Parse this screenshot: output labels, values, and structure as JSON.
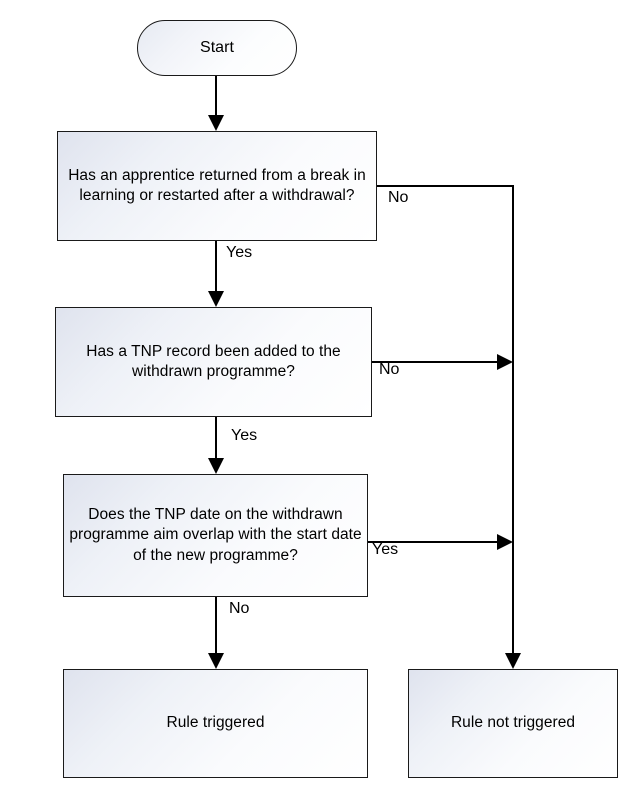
{
  "diagram": {
    "title": "Break in learning / restart TNP overlap rule flowchart",
    "background_color": "#ffffff",
    "stroke_color": "#000000",
    "node_fill_gradient_from": "#dfe3ee",
    "node_fill_gradient_to": "#ffffff"
  },
  "nodes": {
    "start": {
      "label": "Start",
      "shape": "terminator"
    },
    "decision_1": {
      "label": "Has an apprentice returned from a break in learning or restarted after a withdrawal?",
      "shape": "process"
    },
    "decision_2": {
      "label": "Has a TNP record been added to the withdrawn programme?",
      "shape": "process"
    },
    "decision_3": {
      "label": "Does the TNP date on the withdrawn programme aim overlap with the start date of the new programme?",
      "shape": "process"
    },
    "rule_triggered": {
      "label": "Rule triggered",
      "shape": "process"
    },
    "rule_not_triggered": {
      "label": "Rule not triggered",
      "shape": "process"
    }
  },
  "edges": [
    {
      "id": "start-to-d1",
      "label": "",
      "from": "start",
      "to": "decision_1"
    },
    {
      "id": "d1-yes",
      "label": "Yes",
      "from": "decision_1",
      "to": "decision_2"
    },
    {
      "id": "d1-no",
      "label": "No",
      "from": "decision_1",
      "to": "rule_not_triggered"
    },
    {
      "id": "d2-yes",
      "label": "Yes",
      "from": "decision_2",
      "to": "decision_3"
    },
    {
      "id": "d2-no",
      "label": "No",
      "from": "decision_2",
      "to": "rule_not_triggered"
    },
    {
      "id": "d3-yes",
      "label": "Yes",
      "from": "decision_3",
      "to": "rule_not_triggered"
    },
    {
      "id": "d3-no",
      "label": "No",
      "from": "decision_3",
      "to": "rule_triggered"
    }
  ],
  "edge_labels": {
    "yes_1": "Yes",
    "no_1": "No",
    "yes_2": "Yes",
    "no_2": "No",
    "yes_3": "Yes",
    "no_3": "No"
  }
}
